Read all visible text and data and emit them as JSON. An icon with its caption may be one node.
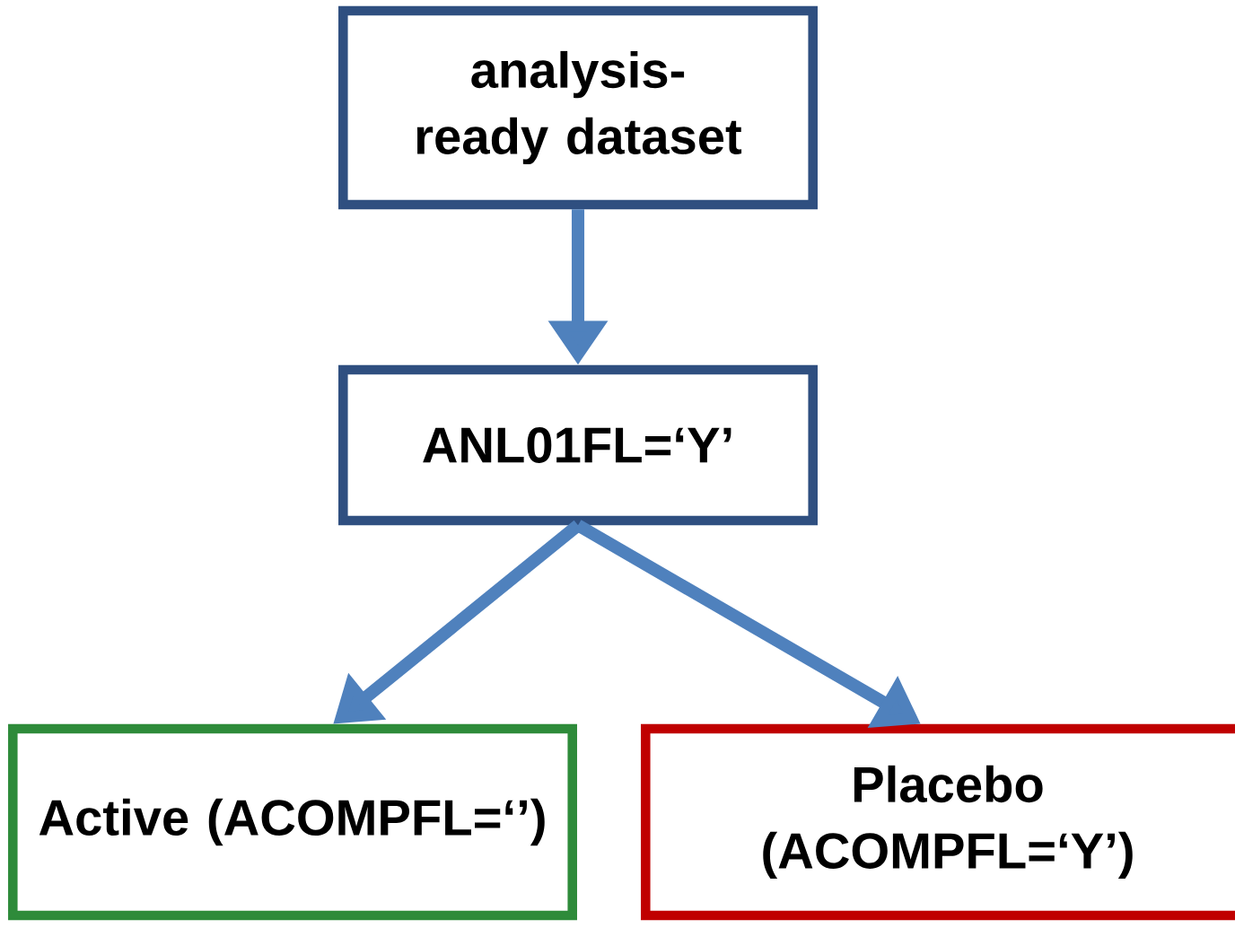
{
  "diagram": {
    "nodes": [
      {
        "text": [
          "analysis-ready dataset"
        ]
      },
      {
        "text": [
          "ANL01FL=‘Y’"
        ]
      },
      {
        "text": [
          "Active (ACOMPFL=‘’)"
        ]
      },
      {
        "text": [
          "Placebo (ACOMPFL=‘Y’)"
        ]
      }
    ],
    "edges": [
      {
        "from": 0,
        "to": 1,
        "arrow": "to"
      },
      {
        "from": 1,
        "to": 2,
        "arrow": "to"
      },
      {
        "from": 1,
        "to": 3,
        "arrow": "to"
      }
    ]
  }
}
